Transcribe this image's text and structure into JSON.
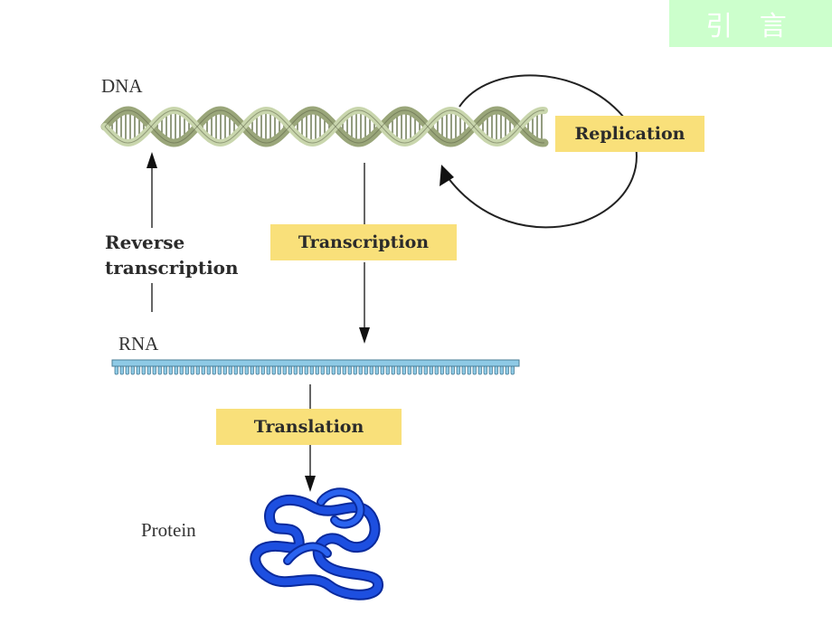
{
  "header": {
    "title": "引 言"
  },
  "labels": {
    "dna": "DNA",
    "rna": "RNA",
    "protein": "Protein",
    "reverse_line1": "Reverse",
    "reverse_line2": "transcription"
  },
  "processes": {
    "replication": "Replication",
    "transcription": "Transcription",
    "translation": "Translation"
  },
  "colors": {
    "header_bg": "#ccffcc",
    "process_box": "#f9e07a",
    "rna_strand": "#8ecae6",
    "protein": "#1d4fe0",
    "dna_strand": "#c9d6ad"
  }
}
